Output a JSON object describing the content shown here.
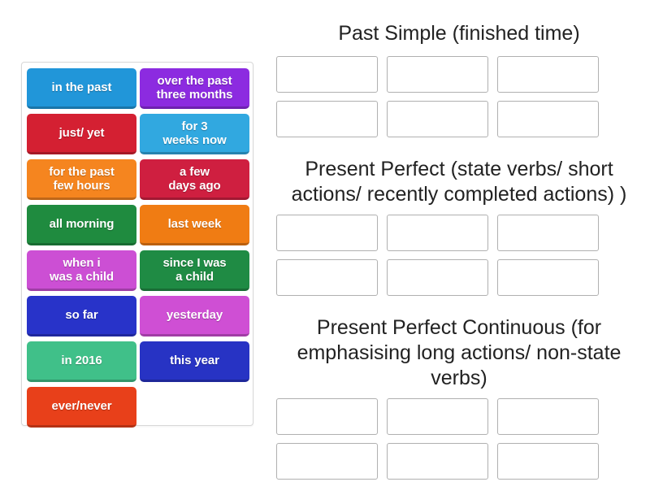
{
  "activity": {
    "type": "group-sort",
    "tile_panel_label": "draggable-word-tiles"
  },
  "tiles": [
    {
      "label": "in the past",
      "color": "#2196d9"
    },
    {
      "label": "over the past\nthree months",
      "color": "#8c2be0"
    },
    {
      "label": "just/ yet",
      "color": "#d42032"
    },
    {
      "label": "for 3\nweeks now",
      "color": "#31a8e0"
    },
    {
      "label": "for the past\nfew hours",
      "color": "#f5851f"
    },
    {
      "label": "a few\ndays ago",
      "color": "#cf1f40"
    },
    {
      "label": "all morning",
      "color": "#1f8b3f"
    },
    {
      "label": "last week",
      "color": "#f07c13"
    },
    {
      "label": "when i\nwas a child",
      "color": "#cc4fd4"
    },
    {
      "label": "since I was\na child",
      "color": "#1f8b44"
    },
    {
      "label": "so far",
      "color": "#2833c9"
    },
    {
      "label": "yesterday",
      "color": "#cf4fd4"
    },
    {
      "label": "in 2016",
      "color": "#40c089"
    },
    {
      "label": "this year",
      "color": "#2733c4"
    },
    {
      "label": "ever/never",
      "color": "#e8401a"
    }
  ],
  "groups": [
    {
      "title": "Past Simple (finished time)",
      "zones": [
        "",
        "",
        "",
        "",
        "",
        ""
      ]
    },
    {
      "title": "Present Perfect (state verbs/ short actions/ recently completed actions) )",
      "zones": [
        "",
        "",
        "",
        "",
        "",
        ""
      ]
    },
    {
      "title": "Present Perfect Continuous (for emphasising long actions/ non-state verbs)",
      "zones": [
        "",
        "",
        "",
        "",
        "",
        ""
      ]
    }
  ],
  "colors": {
    "panel_border": "#d8d8d8",
    "zone_border": "#b0b0b0",
    "page_background": "#ffffff",
    "title_text": "#222222",
    "tile_text": "#ffffff"
  }
}
